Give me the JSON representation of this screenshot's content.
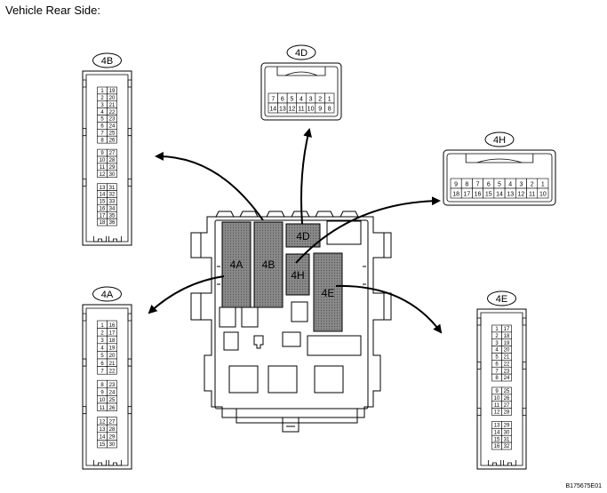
{
  "title": "Vehicle Rear Side:",
  "doc_id": "B175675E01",
  "junction_block": {
    "4A": "4A",
    "4B": "4B",
    "4D": "4D",
    "4H": "4H",
    "4E": "4E"
  },
  "connectors": {
    "4B": {
      "label": "4B",
      "rows": [
        [
          "1",
          "19"
        ],
        [
          "2",
          "20"
        ],
        [
          "3",
          "21"
        ],
        [
          "4",
          "22"
        ],
        [
          "5",
          "23"
        ],
        [
          "6",
          "24"
        ],
        [
          "7",
          "25"
        ],
        [
          "8",
          "26"
        ],
        [
          "9",
          "27"
        ],
        [
          "10",
          "28"
        ],
        [
          "11",
          "29"
        ],
        [
          "12",
          "30"
        ],
        [
          "13",
          "31"
        ],
        [
          "14",
          "32"
        ],
        [
          "15",
          "33"
        ],
        [
          "16",
          "34"
        ],
        [
          "17",
          "35"
        ],
        [
          "18",
          "36"
        ]
      ]
    },
    "4A": {
      "label": "4A",
      "rows": [
        [
          "1",
          "16"
        ],
        [
          "2",
          "17"
        ],
        [
          "3",
          "18"
        ],
        [
          "4",
          "19"
        ],
        [
          "5",
          "20"
        ],
        [
          "6",
          "21"
        ],
        [
          "7",
          "22"
        ],
        [
          "8",
          "23"
        ],
        [
          "9",
          "24"
        ],
        [
          "10",
          "25"
        ],
        [
          "11",
          "26"
        ],
        [
          "12",
          "27"
        ],
        [
          "13",
          "28"
        ],
        [
          "14",
          "29"
        ],
        [
          "15",
          "30"
        ]
      ]
    },
    "4E": {
      "label": "4E",
      "rows": [
        [
          "1",
          "17"
        ],
        [
          "2",
          "18"
        ],
        [
          "3",
          "19"
        ],
        [
          "4",
          "20"
        ],
        [
          "5",
          "21"
        ],
        [
          "6",
          "22"
        ],
        [
          "7",
          "23"
        ],
        [
          "8",
          "24"
        ],
        [
          "9",
          "25"
        ],
        [
          "10",
          "26"
        ],
        [
          "11",
          "27"
        ],
        [
          "12",
          "28"
        ],
        [
          "13",
          "29"
        ],
        [
          "14",
          "30"
        ],
        [
          "15",
          "31"
        ],
        [
          "16",
          "32"
        ]
      ]
    },
    "4D": {
      "label": "4D",
      "top": [
        "7",
        "6",
        "5",
        "4",
        "3",
        "2",
        "1"
      ],
      "bottom": [
        "14",
        "13",
        "12",
        "11",
        "10",
        "9",
        "8"
      ]
    },
    "4H": {
      "label": "4H",
      "top": [
        "9",
        "8",
        "7",
        "6",
        "5",
        "4",
        "3",
        "2",
        "1"
      ],
      "bottom": [
        "18",
        "17",
        "16",
        "15",
        "14",
        "13",
        "12",
        "11",
        "10"
      ]
    }
  }
}
